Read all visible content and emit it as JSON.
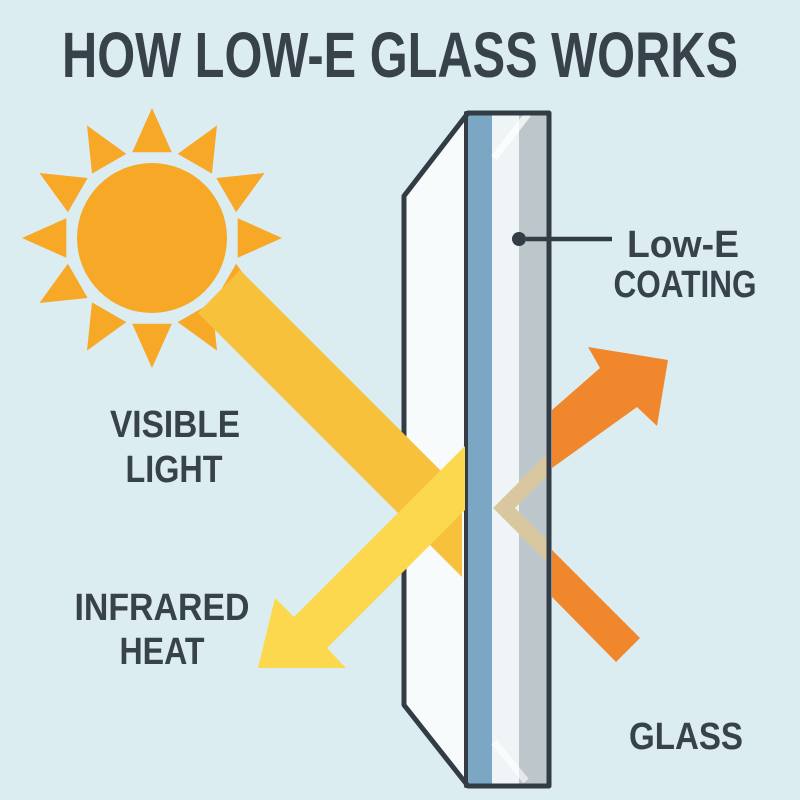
{
  "title": "HOW LOW-E GLASS WORKS",
  "labels": {
    "visible_light_line1": "VISIBLE",
    "visible_light_line2": "LIGHT",
    "infrared_heat_line1": "INFRARED",
    "infrared_heat_line2": "HEAT",
    "coating_line1": "Low-E",
    "coating_line2": "COATING",
    "glass": "GLASS"
  },
  "icons": {
    "sun": "sun-icon",
    "sunbeam": "sunbeam-ray",
    "reflected_heat_arrow": "yellow-reflected-arrow",
    "interior_infrared_arrow": "orange-infrared-arrow",
    "coating_callout": "callout-dot-and-line"
  },
  "colors": {
    "background": "#DCEDF1",
    "text": "#37424A",
    "outline": "#333C44",
    "sun": "#F7A827",
    "sunbeam_yellow": "#F8C13C",
    "reflected_arrow_yellow": "#FBD84E",
    "infrared_orange": "#F0872D",
    "transmitted_tan": "#D9C7A0",
    "low_e_coating_blue": "#7BA7C4",
    "glass_front_white": "#F8FBFC",
    "glass_inner_white": "#EFF5F7",
    "glass_edge_gray": "#BCC6CB"
  },
  "diagram": {
    "type": "infographic",
    "subject": "Cross-section of a Low-E glass pane: sunlight (visible light) strikes the glass, infrared heat is reflected away outside, and interior infrared heat is bounced back inside by the Low-E coating."
  }
}
